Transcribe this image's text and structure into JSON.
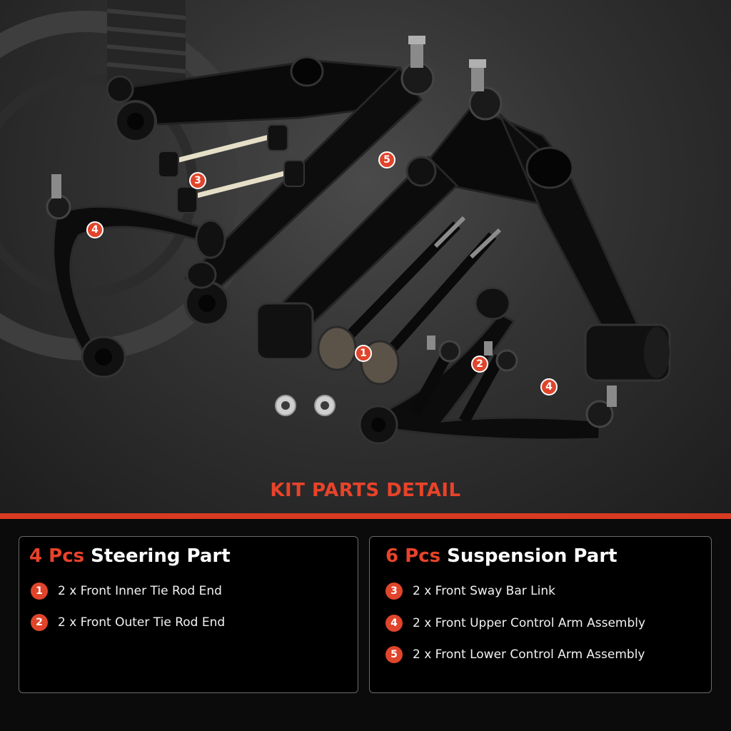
{
  "header": {
    "title": "KIT PARTS DETAIL"
  },
  "callouts": [
    "1",
    "2",
    "3",
    "4",
    "5"
  ],
  "steering": {
    "count": "4 Pcs",
    "label": "Steering Part",
    "items": [
      {
        "num": "1",
        "text": "2 x Front Inner Tie Rod End"
      },
      {
        "num": "2",
        "text": "2 x Front Outer Tie Rod End"
      }
    ]
  },
  "suspension": {
    "count": "6 Pcs",
    "label": "Suspension Part",
    "items": [
      {
        "num": "3",
        "text": "2 x Front Sway Bar Link"
      },
      {
        "num": "4",
        "text": "2 x Front Upper Control Arm Assembly"
      },
      {
        "num": "5",
        "text": "2 x Front Lower Control Arm Assembly"
      }
    ]
  },
  "colors": {
    "accent": "#e0452b",
    "panel_border": "#6a6a6a",
    "background": "#0b0b0b"
  }
}
